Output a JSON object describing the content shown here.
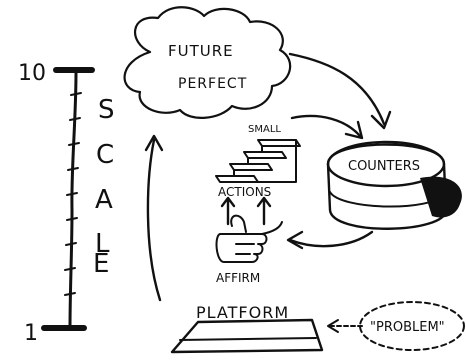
{
  "scale": {
    "top_value": "10",
    "bottom_value": "1",
    "letters": [
      "S",
      "C",
      "A",
      "L",
      "E"
    ]
  },
  "cloud": {
    "line1": "FUTURE",
    "line2": "PERFECT"
  },
  "stairs": {
    "top_label": "SMALL",
    "bottom_label": "ACTIONS"
  },
  "counters": {
    "label": "COUNTERS"
  },
  "affirm": {
    "label": "AFFIRM",
    "icon": "thumbs-up-icon"
  },
  "platform": {
    "label": "PLATFORM"
  },
  "problem": {
    "label": "\"PROBLEM\""
  },
  "colors": {
    "ink": "#111111",
    "background": "#ffffff"
  }
}
